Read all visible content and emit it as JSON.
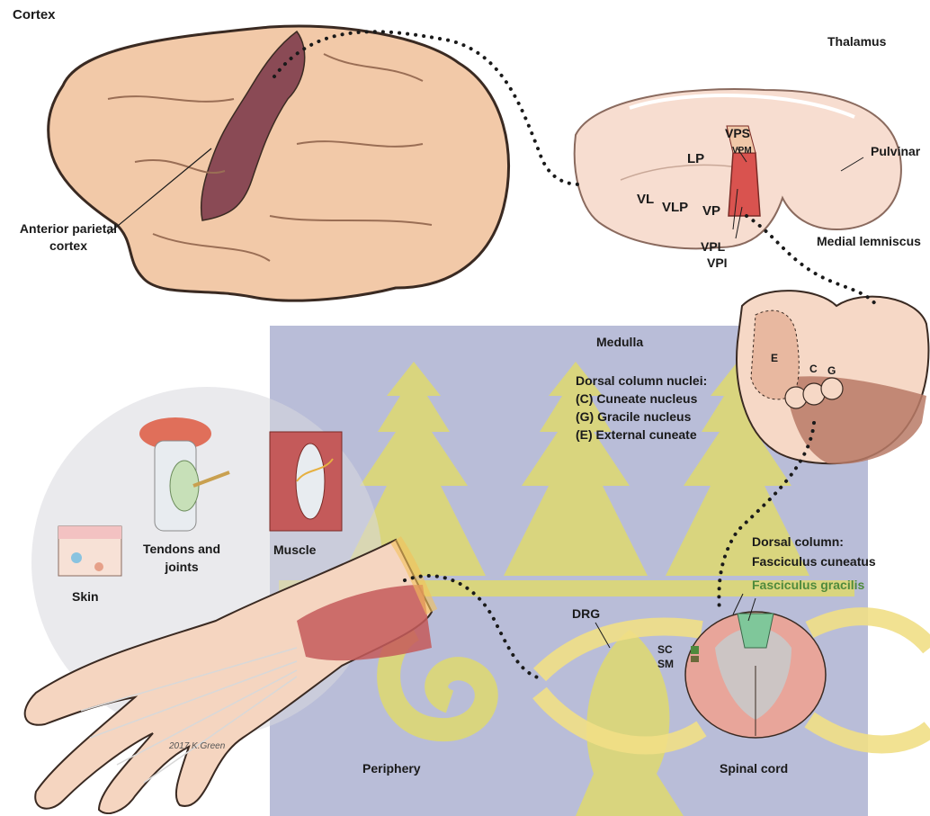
{
  "title": "",
  "colors": {
    "cortex_skin": "#f2c9a8",
    "cortex_area": "#8a4a55",
    "thalamus": "#f7ddd0",
    "thalamus_highlight": "#d9534f",
    "medulla": "#f6d8c6",
    "medulla_nuclei": "#b97a66",
    "watermark_blue": "#7f86b8",
    "watermark_yellow": "#f4ea34",
    "dorsal_column_green": "#7fc79a",
    "nerve_yellow": "#f1df86",
    "muscle": "#c45a5a",
    "tendon_red": "#e06f5a"
  },
  "labels": {
    "cortex": "Cortex",
    "anterior_parietal_1": "Anterior parietal",
    "anterior_parietal_2": "cortex",
    "thalamus": "Thalamus",
    "pulvinar": "Pulvinar",
    "vps": "VPS",
    "vpm": "VPM",
    "lp": "LP",
    "vl": "VL",
    "vlp": "VLP",
    "vp": "VP",
    "vpl": "VPL",
    "vpi": "VPI",
    "medial_lemniscus": "Medial lemniscus",
    "medulla": "Medulla",
    "dcn_header": "Dorsal column nuclei:",
    "dcn_c": "(C) Cuneate nucleus",
    "dcn_g": "(G) Gracile nucleus",
    "dcn_e": "(E) External cuneate",
    "medulla_e": "E",
    "medulla_c": "C",
    "medulla_g": "G",
    "tendons_1": "Tendons and",
    "tendons_2": "joints",
    "muscle": "Muscle",
    "skin": "Skin",
    "dorsal_column": "Dorsal column:",
    "fasciculus_cuneatus": "Fasciculus cuneatus",
    "fasciculus_gracilis": "Fasciculus gracilis",
    "drg": "DRG",
    "sc": "SC",
    "sm": "SM",
    "periphery": "Periphery",
    "spinal_cord": "Spinal cord",
    "signature": "2017 K.Green"
  }
}
